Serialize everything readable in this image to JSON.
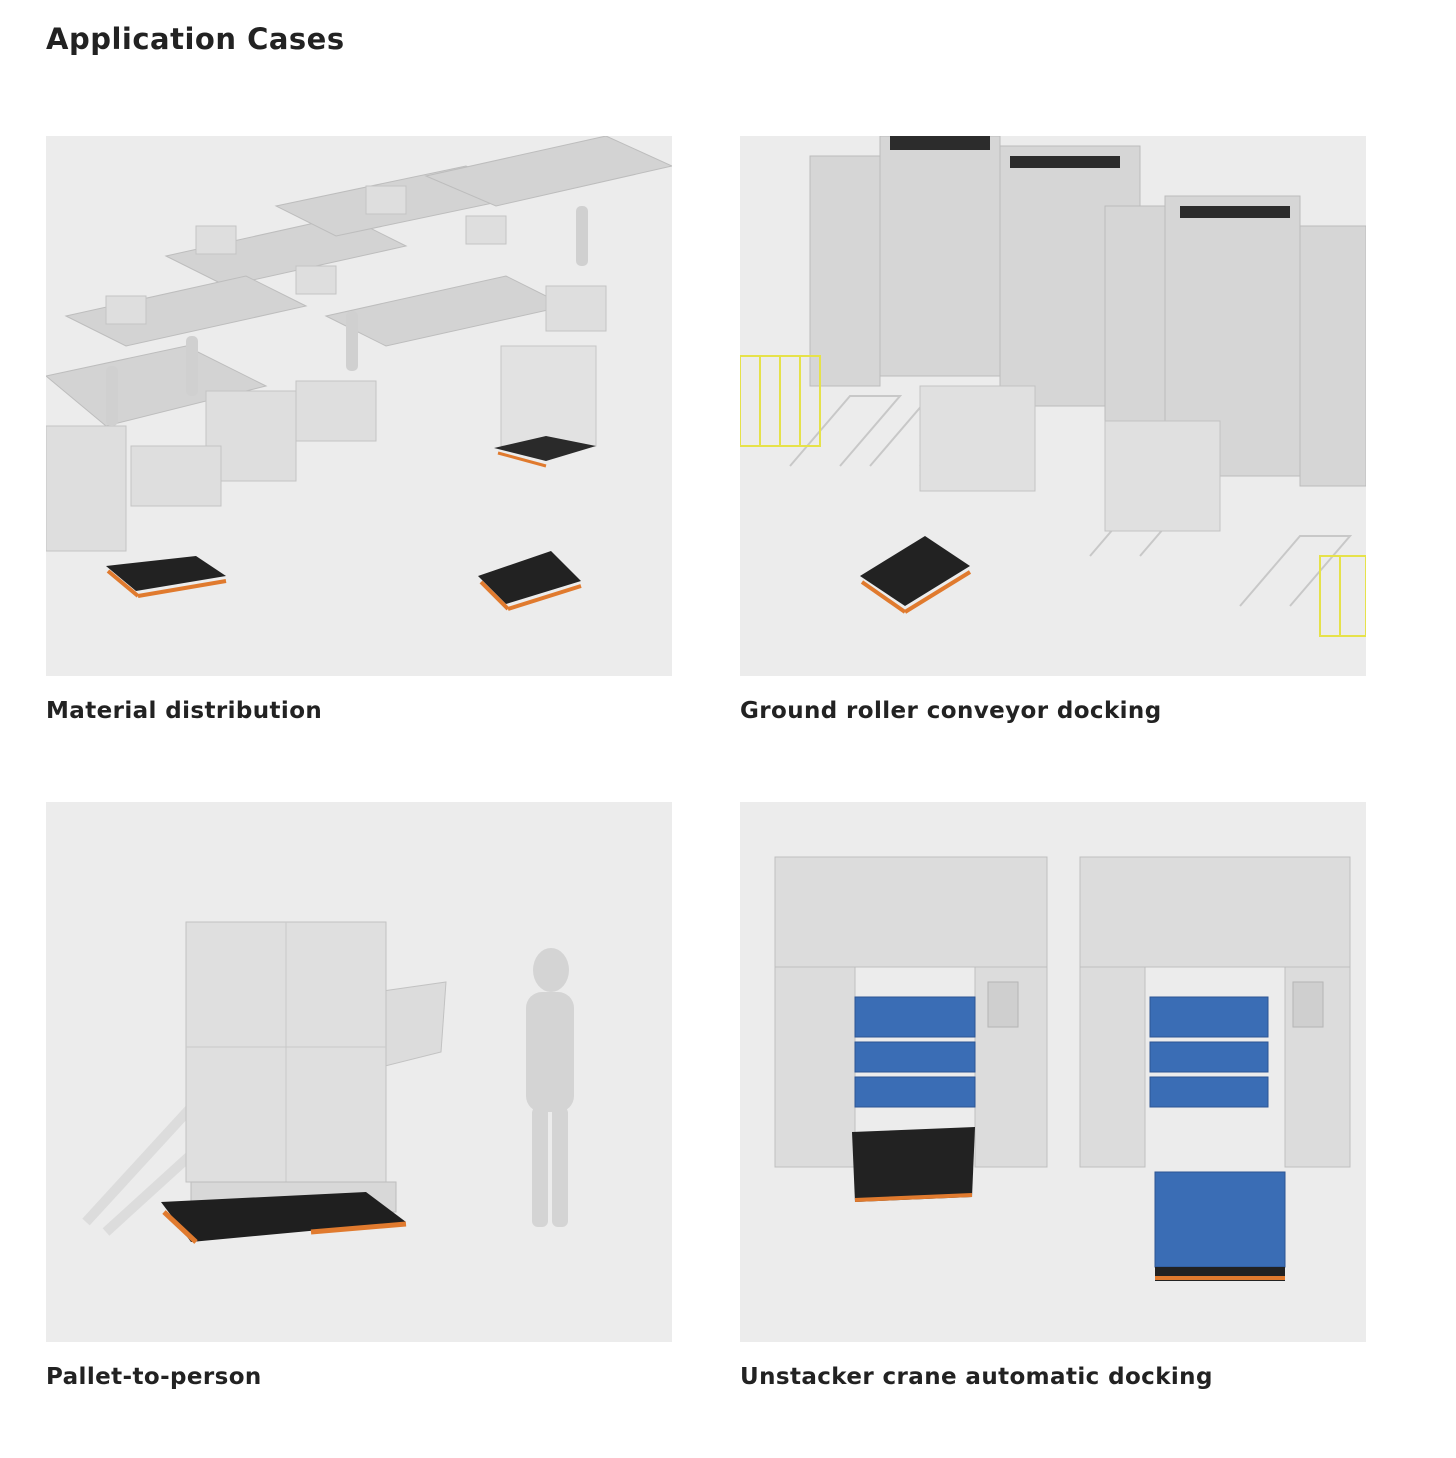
{
  "page": {
    "title": "Application Cases"
  },
  "cases": [
    {
      "caption": "Material distribution",
      "image_icon": "warehouse-distribution-illustration"
    },
    {
      "caption": "Ground roller conveyor docking",
      "image_icon": "roller-conveyor-illustration"
    },
    {
      "caption": "Pallet-to-person",
      "image_icon": "pallet-to-person-illustration"
    },
    {
      "caption": "Unstacker crane automatic docking",
      "image_icon": "unstacker-crane-illustration"
    }
  ],
  "colors": {
    "background": "#ffffff",
    "image_bg": "#ebebeb",
    "robot_body": "#1f1f1f",
    "robot_accent": "#e07a2e",
    "pallet_blue": "#3a6db5",
    "safety_yellow": "#e6e24a",
    "box_grey": "#d9d9d9"
  }
}
